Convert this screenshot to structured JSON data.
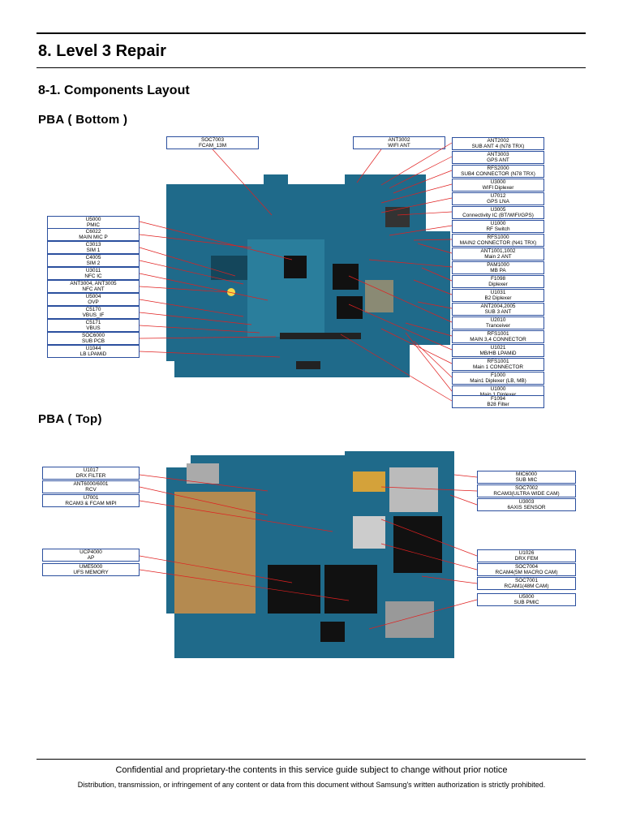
{
  "heading": "8. Level 3 Repair",
  "subheading": "8-1. Components Layout",
  "bottom": {
    "title": "PBA ( Bottom )",
    "labels_left": [
      [
        "U5000",
        "PMIC"
      ],
      [
        "C6022",
        "MAIN MIC P"
      ],
      [
        "C3013",
        "SIM 1"
      ],
      [
        "C4005",
        "SIM 2"
      ],
      [
        "U3011",
        "NFC IC"
      ],
      [
        "ANT3004, ANT3005",
        "NFC ANT"
      ],
      [
        "U5004",
        "OVP"
      ],
      [
        "C5170",
        "VBUS_IF"
      ],
      [
        "C5171",
        "VBUS"
      ],
      [
        "SOC6000",
        "SUB PCB"
      ],
      [
        "U1044",
        "LB LPAMiD"
      ]
    ],
    "labels_top": [
      [
        "SOC7003",
        "FCAM_13M"
      ],
      [
        "ANT3002",
        "WIFI ANT"
      ]
    ],
    "labels_right": [
      [
        "ANT2002",
        "SUB ANT 4 (N78 TRX)"
      ],
      [
        "ANT3003",
        "GPS ANT"
      ],
      [
        "RFS2000",
        "SUB4 CONNECTOR (N78 TRX)"
      ],
      [
        "U3000",
        "WIFI Diplexer"
      ],
      [
        "U7012",
        "GPS LNA"
      ],
      [
        "U3005",
        "Connectivity IC (BT/WIFI/GPS)"
      ],
      [
        "U1000",
        "RF Switch"
      ],
      [
        "RFS1000",
        "MAIN2 CONNECTOR (N41 TRX)"
      ],
      [
        "ANT1001,1002",
        "Main 2 ANT"
      ],
      [
        "PAM1000",
        "MB PA"
      ],
      [
        "F1098",
        "Diplexer"
      ],
      [
        "U1031",
        "B2 Diplexer"
      ],
      [
        "ANT2004,2005",
        "SUB 3 ANT"
      ],
      [
        "U2010",
        "Tranceiver"
      ],
      [
        "RFS1001",
        "MAIN 3,4 CONNECTOR"
      ],
      [
        "U1021",
        "MB/HB LPAMiD"
      ],
      [
        "RFS1001",
        "Main 1 CONNECTOR"
      ],
      [
        "F1000",
        "Main1 Diplexer (LB, MB)"
      ],
      [
        "U1000",
        "Main 1 Diplexer"
      ],
      [
        "F1094",
        "B28 Filter"
      ]
    ]
  },
  "top": {
    "title": "PBA ( Top)",
    "labels_left": [
      [
        "U1017",
        "DRX FILTER"
      ],
      [
        "ANT6000/6001",
        "RCV"
      ],
      [
        "U7001",
        "RCAM3 & FCAM MIPI"
      ],
      [
        "UCP4000",
        "AP"
      ],
      [
        "UME5000",
        "UFS MEMORY"
      ]
    ],
    "labels_right": [
      [
        "MIC6000",
        "SUB MIC"
      ],
      [
        "SOC7002",
        "RCAM3(ULTRA WIDE CAM)"
      ],
      [
        "U3003",
        "6AXIS SENSOR"
      ],
      [
        "U1026",
        "DRX FEM"
      ],
      [
        "SOC7004",
        "RCAM4(5M MACRO CAM)"
      ],
      [
        "SOC7001",
        "RCAM1(48M CAM)"
      ],
      [
        "U5000",
        "SUB PMIC"
      ]
    ]
  },
  "footer": {
    "line1": "Confidential and proprietary-the contents in this service guide subject to change without prior notice",
    "line2": "Distribution, transmission, or infringement of any content or data from this document without Samsung's written authorization is strictly prohibited."
  },
  "colors": {
    "label_border": "#2b4f9e",
    "leader_line": "#e02020",
    "board": "#1f6a8a"
  }
}
